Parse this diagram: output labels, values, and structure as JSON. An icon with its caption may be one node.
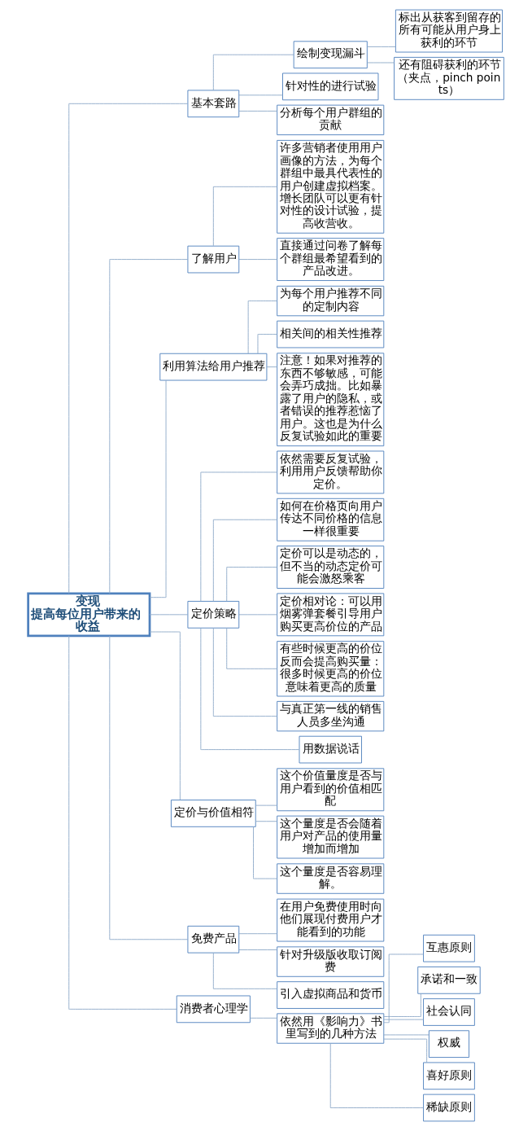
{
  "diagram": {
    "nodes": [
      {
        "text": [
          "变现",
          "提高每位用户带来的收益"
        ]
      },
      {
        "text": [
          "基本套路"
        ]
      },
      {
        "text": [
          "绘制变现漏斗"
        ]
      },
      {
        "text": [
          "标出从获客到留存的所有可能从用户身上获利的环节"
        ]
      },
      {
        "text": [
          "还有阻碍获利的环节（夹点，pinch points）"
        ]
      },
      {
        "text": [
          "针对性的进行试验"
        ]
      },
      {
        "text": [
          "分析每个用户群组的贡献"
        ]
      },
      {
        "text": [
          "了解用户"
        ]
      },
      {
        "text": [
          "许多营销者使用用户画像的方法，为每个群组中最具代表性的用户创建虚拟档案。增长团队可以更有针对性的设计试验，提高收营收。"
        ]
      },
      {
        "text": [
          "直接通过问卷了解每个群组最希望看到的产品改进。"
        ]
      },
      {
        "text": [
          "利用算法给用户推荐"
        ]
      },
      {
        "text": [
          "为每个用户推荐不同的定制内容"
        ]
      },
      {
        "text": [
          "相关间的相关性推荐"
        ]
      },
      {
        "text": [
          "注意！如果对推荐的东西不够敏感，可能会弄巧成拙。比如暴露了用户的隐私，或者错误的推荐惹恼了用户。这也是为什么反复试验如此的重要"
        ]
      },
      {
        "text": [
          "定价策略"
        ]
      },
      {
        "text": [
          "依然需要反复试验，利用用户反馈帮助你定价。"
        ]
      },
      {
        "text": [
          "如何在价格页向用户传达不同价格的信息一样很重要"
        ]
      },
      {
        "text": [
          "定价可以是动态的，但不当的动态定价可能会激怒乘客"
        ]
      },
      {
        "text": [
          "定价相对论：可以用烟雾弹套餐引导用户购买更高价位的产品"
        ]
      },
      {
        "text": [
          "有些时候更高的价位反而会提高购买量：很多时候更高的价位意味着更高的质量"
        ]
      },
      {
        "text": [
          "与真正第一线的销售人员多坐沟通"
        ]
      },
      {
        "text": [
          "用数据说话"
        ]
      },
      {
        "text": [
          "定价与价值相符"
        ]
      },
      {
        "text": [
          "这个价值量度是否与用户看到的价值相匹配"
        ]
      },
      {
        "text": [
          "这个量度是否会随着用户对产品的使用量增加而增加"
        ]
      },
      {
        "text": [
          "这个量度是否容易理解。"
        ]
      },
      {
        "text": [
          "免费产品"
        ]
      },
      {
        "text": [
          "在用户免费使用时向他们展现付费用户才能看到的功能"
        ]
      },
      {
        "text": [
          "针对升级版收取订阅费"
        ]
      },
      {
        "text": [
          "引入虚拟商品和货币"
        ]
      },
      {
        "text": [
          "消费者心理学"
        ]
      },
      {
        "text": [
          "依然用《影响力》书里写到的几种方法"
        ]
      },
      {
        "text": [
          "互惠原则"
        ]
      },
      {
        "text": [
          "承诺和一致"
        ]
      },
      {
        "text": [
          "社会认同"
        ]
      },
      {
        "text": [
          "权威"
        ]
      },
      {
        "text": [
          "喜好原则"
        ]
      },
      {
        "text": [
          "稀缺原则"
        ]
      }
    ],
    "edges": [
      {
        "from": 0,
        "to": 1,
        "arrow": "none"
      },
      {
        "from": 1,
        "to": 2,
        "arrow": "none"
      },
      {
        "from": 2,
        "to": 3,
        "arrow": "none"
      },
      {
        "from": 2,
        "to": 4,
        "arrow": "none"
      },
      {
        "from": 1,
        "to": 5,
        "arrow": "none"
      },
      {
        "from": 1,
        "to": 6,
        "arrow": "none"
      },
      {
        "from": 0,
        "to": 7,
        "arrow": "none"
      },
      {
        "from": 7,
        "to": 8,
        "arrow": "none"
      },
      {
        "from": 7,
        "to": 9,
        "arrow": "none"
      },
      {
        "from": 0,
        "to": 10,
        "arrow": "none"
      },
      {
        "from": 10,
        "to": 11,
        "arrow": "none"
      },
      {
        "from": 10,
        "to": 12,
        "arrow": "none"
      },
      {
        "from": 10,
        "to": 13,
        "arrow": "none"
      },
      {
        "from": 0,
        "to": 14,
        "arrow": "none"
      },
      {
        "from": 14,
        "to": 15,
        "arrow": "none"
      },
      {
        "from": 14,
        "to": 16,
        "arrow": "none"
      },
      {
        "from": 14,
        "to": 17,
        "arrow": "none"
      },
      {
        "from": 14,
        "to": 18,
        "arrow": "none"
      },
      {
        "from": 14,
        "to": 19,
        "arrow": "none"
      },
      {
        "from": 14,
        "to": 20,
        "arrow": "none"
      },
      {
        "from": 14,
        "to": 21,
        "arrow": "none"
      },
      {
        "from": 0,
        "to": 22,
        "arrow": "none"
      },
      {
        "from": 22,
        "to": 23,
        "arrow": "none"
      },
      {
        "from": 22,
        "to": 24,
        "arrow": "none"
      },
      {
        "from": 22,
        "to": 25,
        "arrow": "none"
      },
      {
        "from": 0,
        "to": 26,
        "arrow": "none"
      },
      {
        "from": 26,
        "to": 27,
        "arrow": "none"
      },
      {
        "from": 26,
        "to": 28,
        "arrow": "none"
      },
      {
        "from": 26,
        "to": 29,
        "arrow": "none"
      },
      {
        "from": 0,
        "to": 30,
        "arrow": "none"
      },
      {
        "from": 30,
        "to": 31,
        "arrow": "none"
      },
      {
        "from": 31,
        "to": 32,
        "arrow": "none"
      },
      {
        "from": 31,
        "to": 33,
        "arrow": "none"
      },
      {
        "from": 31,
        "to": 34,
        "arrow": "none"
      },
      {
        "from": 31,
        "to": 35,
        "arrow": "none"
      },
      {
        "from": 31,
        "to": 36,
        "arrow": "none"
      },
      {
        "from": 31,
        "to": 37,
        "arrow": "none"
      }
    ]
  }
}
